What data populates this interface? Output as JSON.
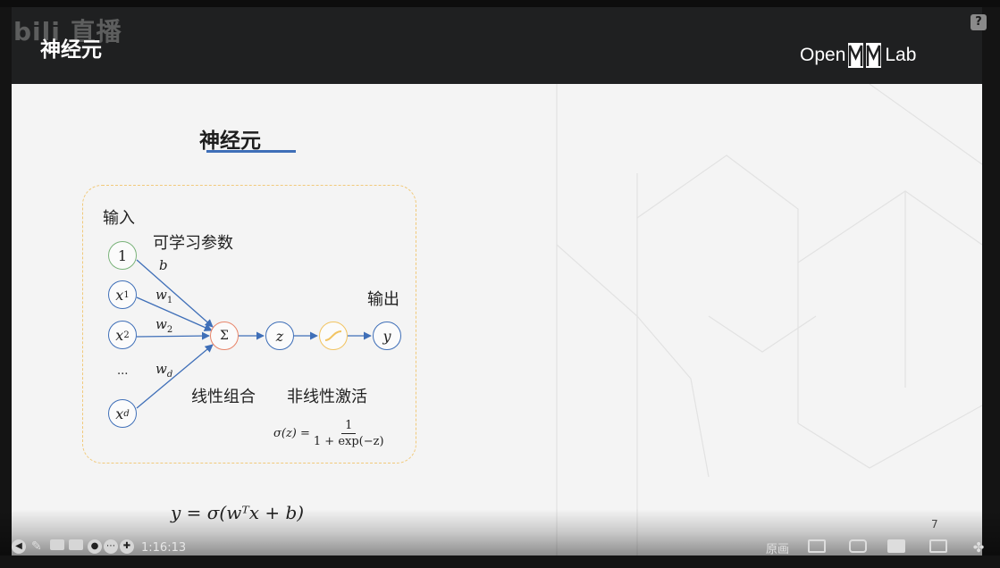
{
  "header": {
    "title": "神经元",
    "watermark": "bili 直播",
    "logo_left": "Open",
    "logo_right": "Lab",
    "help": "?"
  },
  "slide": {
    "title": "神经元",
    "labels": {
      "input": "输入",
      "params": "可学习参数",
      "output": "输出",
      "linear": "线性组合",
      "nonlinear": "非线性激活"
    },
    "nodes": {
      "bias": "1",
      "x1": "x",
      "x1_sub": "1",
      "x2": "x",
      "x2_sub": "2",
      "ellipsis": "...",
      "xd": "x",
      "xd_sub": "d",
      "sum": "Σ",
      "z": "z",
      "y": "y"
    },
    "weights": {
      "b": "b",
      "w1": "w",
      "w1_sub": "1",
      "w2": "w",
      "w2_sub": "2",
      "wd": "w",
      "wd_sub": "d"
    },
    "sigmoid_formula": {
      "lhs": "σ(z) =",
      "numerator": "1",
      "denominator": "1 + exp(−z)"
    },
    "main_formula": "y = σ(wᵀx + b)",
    "page_number": "7"
  },
  "player": {
    "time": "1:16:13",
    "right_label": "原画"
  },
  "colors": {
    "header_bg": "#1f2021",
    "accent_blue": "#3f6fb8",
    "box_dash": "#f1c97a",
    "bias_node": "#7ab37a",
    "sum_node": "#e8866b",
    "sigmoid_node": "#f2c462"
  }
}
